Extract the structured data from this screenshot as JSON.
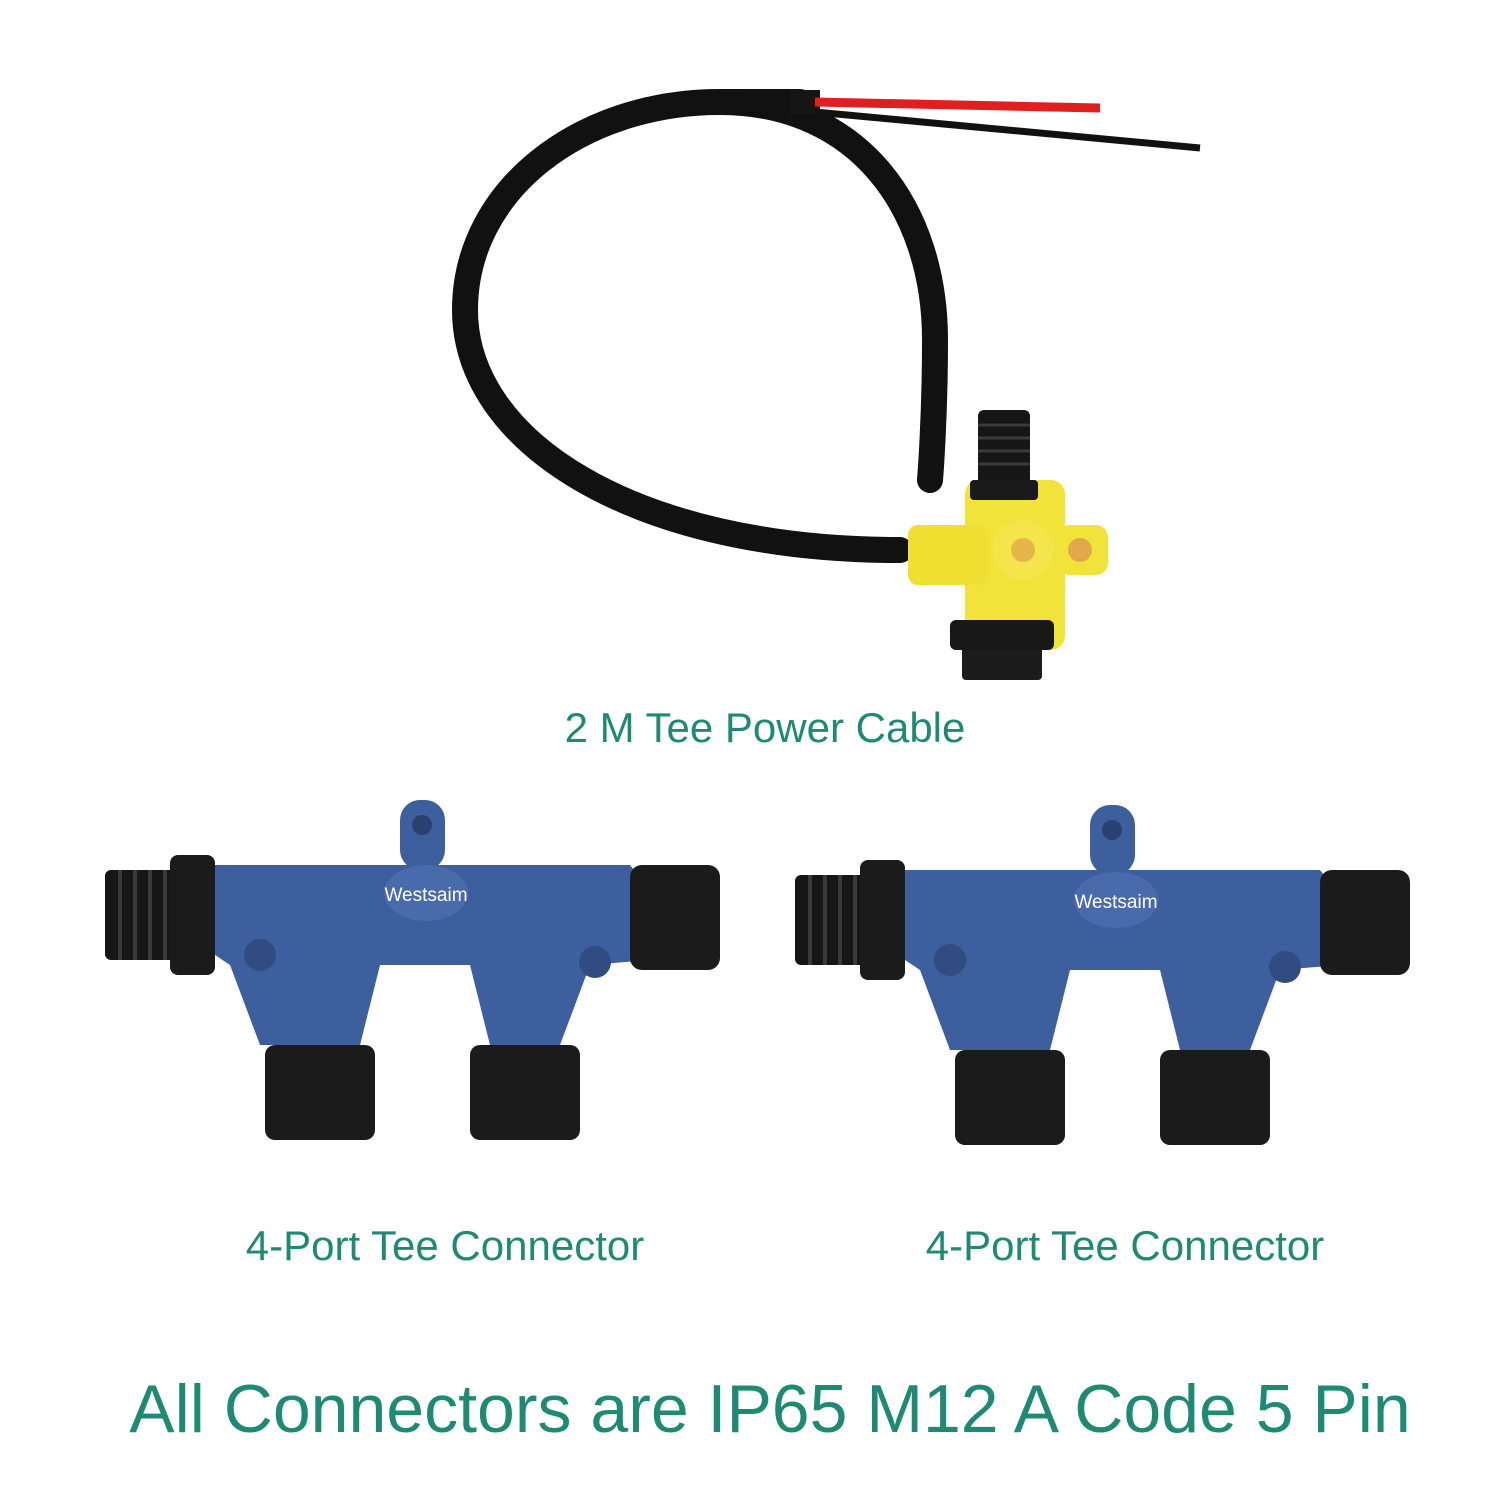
{
  "products": {
    "cable": {
      "caption": "2 M Tee Power Cable"
    },
    "tee_left": {
      "brand": "Westsaim",
      "caption": "4-Port Tee Connector"
    },
    "tee_right": {
      "brand": "Westsaim",
      "caption": "4-Port Tee Connector"
    }
  },
  "footer": {
    "text": "All Connectors are IP65 M12 A Code 5 Pin"
  },
  "colors": {
    "caption": "#1f8a74",
    "connector_body": "#3e5f9e",
    "tee_yellow": "#f2e33b",
    "cable": "#111111",
    "wire_red": "#e02020"
  }
}
